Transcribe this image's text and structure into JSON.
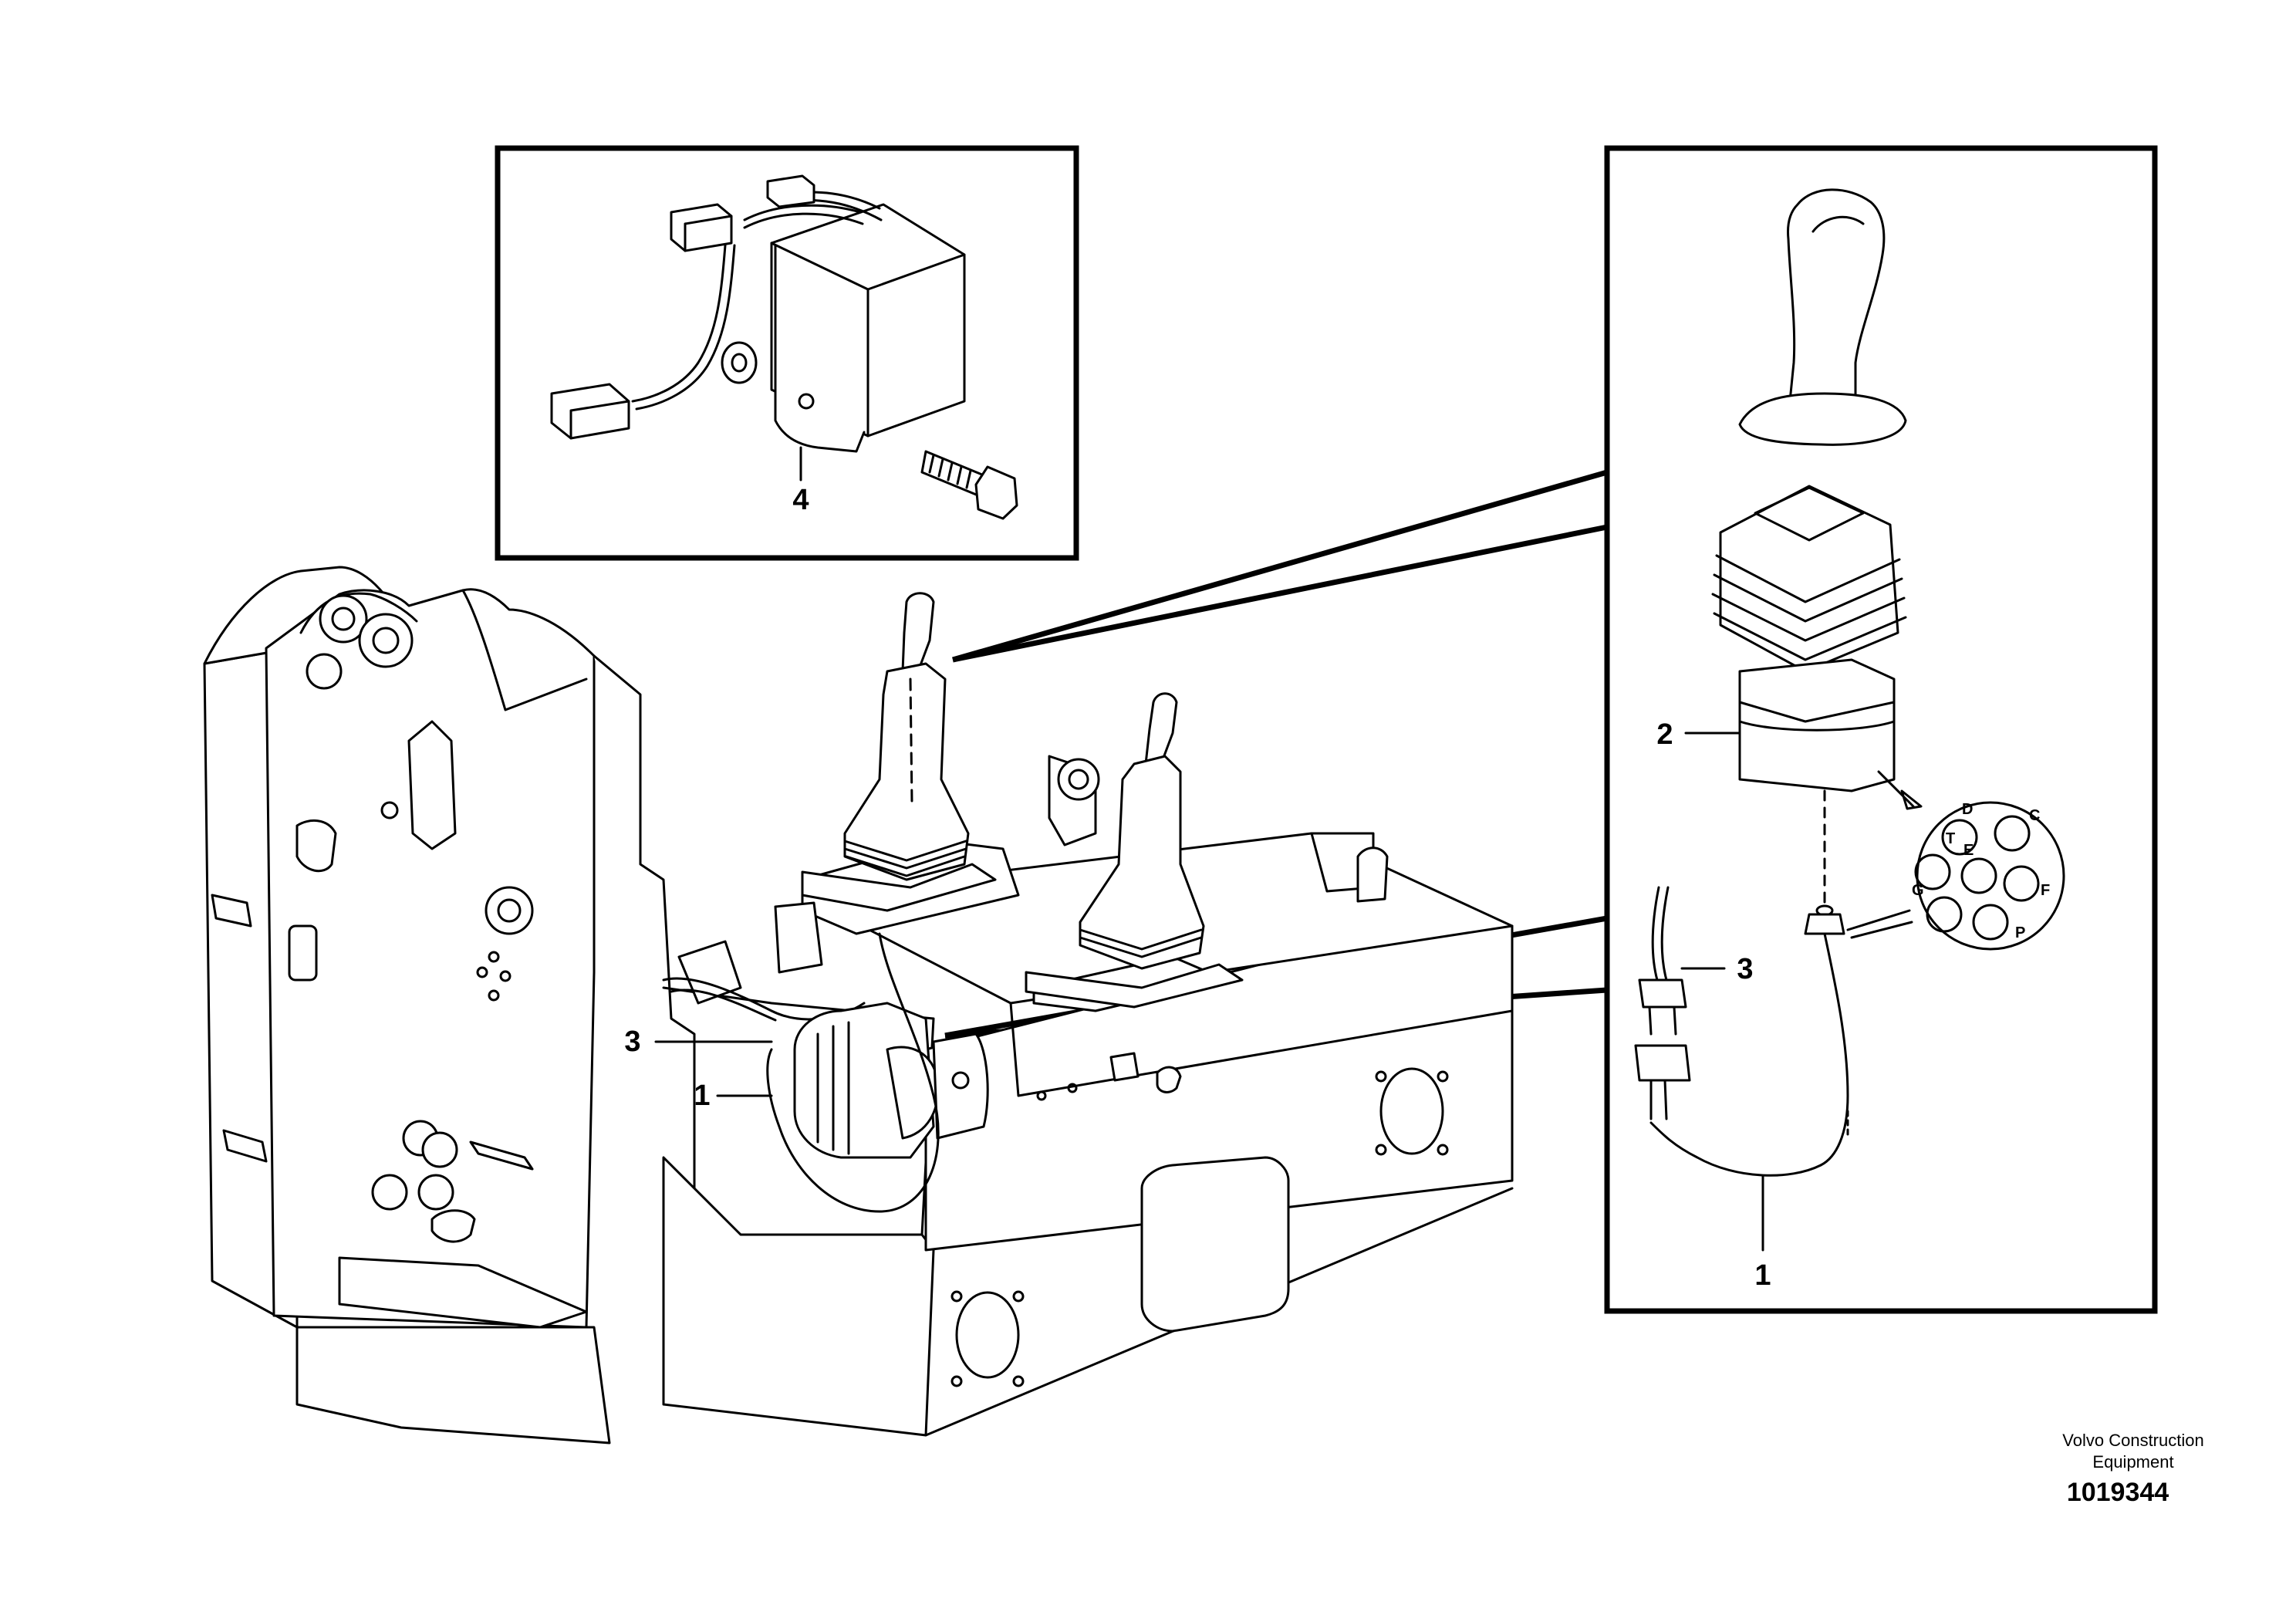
{
  "callouts": {
    "main_1": "1",
    "main_3": "3",
    "inset_top_4": "4",
    "inset_right_1": "1",
    "inset_right_2": "2",
    "inset_right_3": "3"
  },
  "connector_pins": [
    "D",
    "C",
    "T",
    "E",
    "G",
    "F",
    "P"
  ],
  "footer": {
    "brand_line1": "Volvo Construction",
    "brand_line2": "Equipment",
    "doc_number": "1019344"
  }
}
